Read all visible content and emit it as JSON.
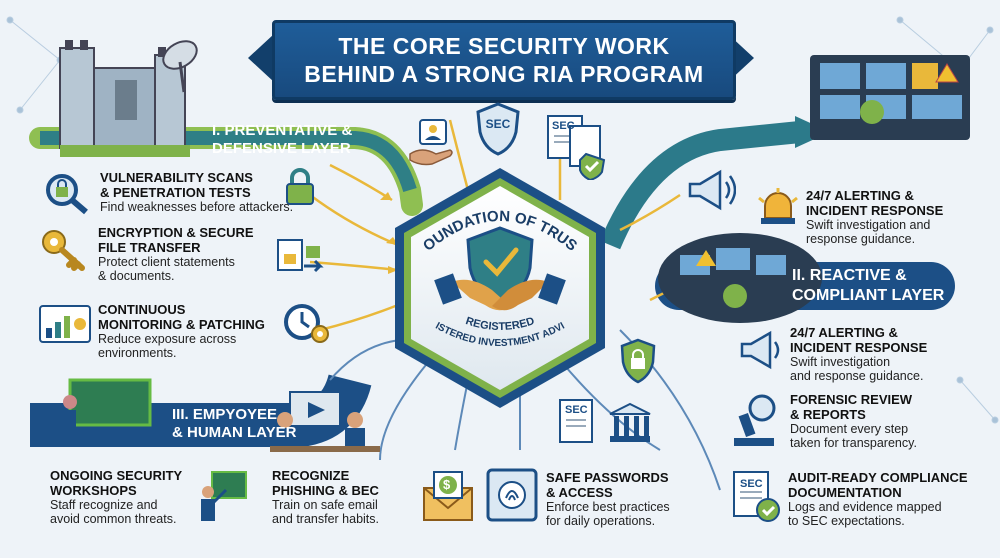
{
  "title": {
    "line1": "THE CORE SECURITY WORK",
    "line2": "BEHIND A STRONG RIA PROGRAM"
  },
  "center": {
    "arc_text": "FOUNDATION OF TRUST",
    "seal_line1": "REGISTERED",
    "seal_line2": "REGISTERED INVESTMENT ADVISOR"
  },
  "badges": {
    "sec_shield": "SEC",
    "sec_doc_top": "SEC",
    "sec_doc_lower": "SEC",
    "sec_doc_right": "SEC",
    "dollar": "$"
  },
  "layers": {
    "preventative": {
      "line1": "I. PREVENTATIVE &",
      "line2": "DEFENSIVE LAYER"
    },
    "reactive": {
      "line1": "II. REACTIVE &",
      "line2": "COMPLIANT LAYER"
    },
    "employee": {
      "line1": "III. EMPYOYEE",
      "line2": "& HUMAN LAYER"
    }
  },
  "items": {
    "vuln": {
      "title1": "VULNERABILITY SCANS",
      "title2": "& PENETRATION TESTS",
      "desc1": "Find weaknesses before attackers."
    },
    "encrypt": {
      "title1": "ENCRYPTION & SECURE",
      "title2": "FILE TRANSFER",
      "desc1": "Protect client statements",
      "desc2": "& documents."
    },
    "monitor": {
      "title1": "CONTINUOUS",
      "title2": "MONITORING & PATCHING",
      "desc1": "Reduce exposure across",
      "desc2": "environments."
    },
    "alert_top": {
      "title1": "24/7 ALERTING &",
      "title2": "INCIDENT RESPONSE",
      "desc1": "Swift investigation and",
      "desc2": "response guidance."
    },
    "alert_mid": {
      "title1": "24/7 ALERTING &",
      "title2": "INCIDENT RESPONSE",
      "desc1": "Swift investigation",
      "desc2": "and response guidance."
    },
    "forensic": {
      "title1": "FORENSIC REVIEW",
      "title2": "& REPORTS",
      "desc1": "Document every step",
      "desc2": "taken for transparency."
    },
    "audit": {
      "title1": "AUDIT-READY COMPLIANCE",
      "title2": "DOCUMENTATION",
      "desc1": "Logs and evidence mapped",
      "desc2": "to SEC expectations."
    },
    "workshops": {
      "title1": "ONGOING SECURITY",
      "title2": "WORKSHOPS",
      "desc1": "Staff recognize and",
      "desc2": "avoid common threats."
    },
    "phishing": {
      "title1": "RECOGNIZE",
      "title2": "PHISHING & BEC",
      "desc1": "Train on safe email",
      "desc2": "and transfer habits."
    },
    "passwords": {
      "title1": "SAFE PASSWORDS",
      "title2": "& ACCESS",
      "desc1": "Enforce best practices",
      "desc2": "for daily operations."
    }
  },
  "colors": {
    "navy": "#1c4f86",
    "teal": "#2f7f86",
    "green": "#7fb24a",
    "gold": "#e9b83a"
  }
}
